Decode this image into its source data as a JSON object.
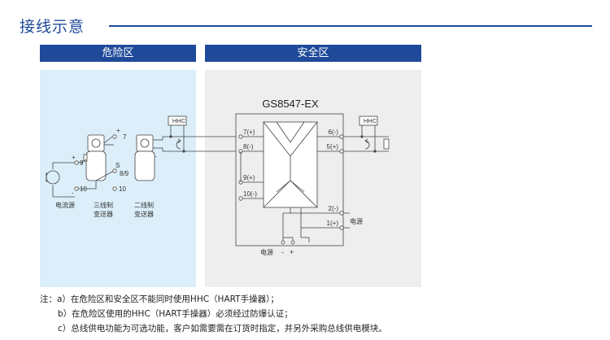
{
  "title": "接线示意",
  "zones": {
    "hazard": "危险区",
    "safe": "安全区"
  },
  "device": {
    "model": "GS8547-EX"
  },
  "hhc_label": "HHC",
  "left_side": {
    "terminals": [
      "+",
      "9",
      "-",
      "10",
      "+",
      "7",
      "-",
      "S",
      "8/9",
      "10"
    ],
    "labels": {
      "current_source": "电流源",
      "three_wire": [
        "三线制",
        "变送器"
      ],
      "two_wire": [
        "二线制",
        "变送器"
      ]
    }
  },
  "device_terminals": {
    "left": [
      "7(+)",
      "8(-)",
      "9(+)",
      "10(-)"
    ],
    "right": [
      "6(-)",
      "5(+)",
      "2(-)",
      "1(+)"
    ]
  },
  "power": {
    "right_label": "电源",
    "bottom_label": "电源",
    "minus": "-",
    "plus": "+"
  },
  "notes": [
    "注：a）在危险区和安全区不能同时使用HHC（HART手操器）；",
    "b）在危险区使用的HHC（HART手操器）必须经过防爆认证；",
    "c）总线供电功能为可选功能，客户如需要需在订货时指定，并另外采购总线供电模块。"
  ],
  "colors": {
    "accent": "#1f4a9a",
    "hazard_bg": "#dbeef9",
    "safe_bg": "#eeeeee",
    "line": "#444444"
  }
}
